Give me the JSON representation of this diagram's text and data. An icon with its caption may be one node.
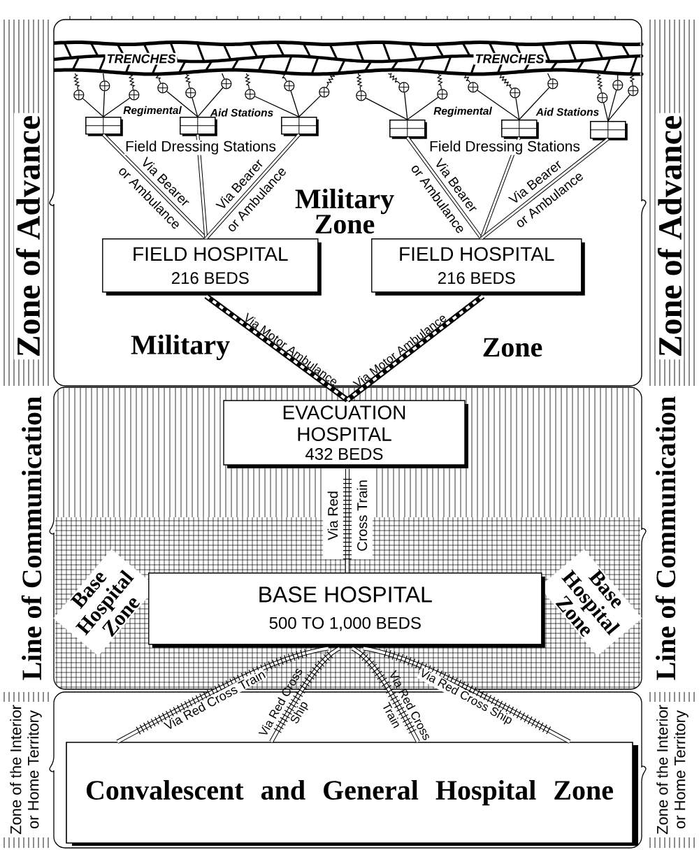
{
  "diagram": {
    "nodes": [
      {
        "text": [
          "Zone of Advance"
        ]
      },
      {
        "text": [
          "Military Zone",
          "Military",
          "Zone"
        ]
      },
      {
        "text": [
          "Zone of Advance"
        ]
      },
      {
        "text": [
          "TRENCHES",
          "TRENCHES"
        ],
        "in": 1
      },
      {
        "text": [],
        "shape": "circle",
        "in": 1
      },
      {
        "text": [],
        "shape": "circle",
        "in": 1
      },
      {
        "text": [],
        "shape": "circle",
        "in": 1
      },
      {
        "text": [],
        "shape": "circle",
        "in": 1
      },
      {
        "text": [],
        "shape": "circle",
        "in": 1
      },
      {
        "text": [],
        "shape": "circle",
        "in": 1
      },
      {
        "text": [],
        "shape": "circle",
        "in": 1
      },
      {
        "text": [],
        "shape": "circle",
        "in": 1
      },
      {
        "text": [],
        "shape": "circle",
        "in": 1
      },
      {
        "text": [],
        "shape": "circle",
        "in": 1
      },
      {
        "text": [],
        "shape": "circle",
        "in": 1
      },
      {
        "text": [],
        "shape": "circle",
        "in": 1
      },
      {
        "text": [],
        "shape": "circle",
        "in": 1
      },
      {
        "text": [],
        "shape": "circle",
        "in": 1
      },
      {
        "text": [],
        "shape": "circle",
        "in": 1
      },
      {
        "text": [],
        "shape": "circle",
        "in": 1
      },
      {
        "text": [],
        "shape": "circle",
        "in": 1
      },
      {
        "text": [],
        "shape": "circle",
        "in": 1
      },
      {
        "text": [],
        "shape": "box",
        "in": 1
      },
      {
        "text": [],
        "shape": "box",
        "in": 1
      },
      {
        "text": [],
        "shape": "box",
        "in": 1
      },
      {
        "text": [],
        "shape": "box",
        "in": 1
      },
      {
        "text": [],
        "shape": "box",
        "in": 1
      },
      {
        "text": [],
        "shape": "box",
        "in": 1
      },
      {
        "text": [
          "FIELD HOSPITAL",
          "216 BEDS"
        ],
        "in": 1
      },
      {
        "text": [
          "FIELD HOSPITAL",
          "216 BEDS"
        ],
        "in": 1
      },
      {
        "text": [
          "EVACUATION HOSPITAL",
          "432 BEDS"
        ]
      },
      {
        "text": [
          "Base Hospital Zone",
          "Base Hospital Zone"
        ]
      },
      {
        "text": [
          "BASE HOSPITAL",
          "500 TO 1,000 BEDS"
        ],
        "in": 31
      },
      {
        "text": [
          "Zone of the Interior or Home Territory"
        ]
      },
      {
        "text": [
          "Convalescent and General Hospital Zone"
        ]
      },
      {
        "text": [
          "Zone of the Interior or Home Territory"
        ]
      }
    ],
    "edges": [
      {
        "from": 3,
        "to": 4,
        "arrow": "none"
      },
      {
        "from": 3,
        "to": 5,
        "arrow": "none"
      },
      {
        "from": 3,
        "to": 6,
        "arrow": "none"
      },
      {
        "from": 3,
        "to": 7,
        "arrow": "none"
      },
      {
        "from": 3,
        "to": 8,
        "arrow": "none"
      },
      {
        "from": 3,
        "to": 9,
        "arrow": "none"
      },
      {
        "from": 3,
        "to": 10,
        "arrow": "none"
      },
      {
        "from": 3,
        "to": 11,
        "arrow": "none"
      },
      {
        "from": 3,
        "to": 12,
        "arrow": "none"
      },
      {
        "from": 3,
        "to": 13,
        "arrow": "none"
      },
      {
        "from": 3,
        "to": 14,
        "arrow": "none"
      },
      {
        "from": 3,
        "to": 15,
        "arrow": "none"
      },
      {
        "from": 3,
        "to": 16,
        "arrow": "none"
      },
      {
        "from": 3,
        "to": 17,
        "arrow": "none"
      },
      {
        "from": 3,
        "to": 18,
        "arrow": "none"
      },
      {
        "from": 3,
        "to": 19,
        "arrow": "none"
      },
      {
        "from": 3,
        "to": 20,
        "arrow": "none"
      },
      {
        "from": 3,
        "to": 21,
        "arrow": "none"
      },
      {
        "from": 4,
        "to": 22,
        "arrow": "none"
      },
      {
        "from": 5,
        "to": 22,
        "arrow": "none"
      },
      {
        "from": 6,
        "to": 22,
        "arrow": "none"
      },
      {
        "from": 7,
        "to": 23,
        "arrow": "none"
      },
      {
        "from": 8,
        "to": 23,
        "arrow": "none"
      },
      {
        "from": 9,
        "to": 23,
        "arrow": "none"
      },
      {
        "from": 10,
        "to": 24,
        "arrow": "none"
      },
      {
        "from": 11,
        "to": 24,
        "arrow": "none"
      },
      {
        "from": 12,
        "to": 24,
        "arrow": "none"
      },
      {
        "from": 13,
        "to": 25,
        "arrow": "none"
      },
      {
        "from": 14,
        "to": 25,
        "arrow": "none"
      },
      {
        "from": 15,
        "to": 25,
        "arrow": "none"
      },
      {
        "from": 16,
        "to": 26,
        "arrow": "none"
      },
      {
        "from": 17,
        "to": 26,
        "arrow": "none"
      },
      {
        "from": 18,
        "to": 26,
        "arrow": "none"
      },
      {
        "from": 19,
        "to": 27,
        "arrow": "none"
      },
      {
        "from": 20,
        "to": 27,
        "arrow": "none"
      },
      {
        "from": 21,
        "to": 27,
        "arrow": "none"
      },
      {
        "from": 22,
        "to": 28,
        "arrow": "none",
        "label": "Via Bearer or Ambulance",
        "style": "thick"
      },
      {
        "from": 23,
        "to": 28,
        "arrow": "none",
        "style": "thick"
      },
      {
        "from": 24,
        "to": 28,
        "arrow": "none",
        "label": "Via Bearer or Ambulance",
        "style": "thick"
      },
      {
        "from": 25,
        "to": 29,
        "arrow": "none",
        "label": "Via Bearer or Ambulance",
        "style": "thick"
      },
      {
        "from": 26,
        "to": 29,
        "arrow": "none",
        "style": "thick"
      },
      {
        "from": 27,
        "to": 29,
        "arrow": "none",
        "label": "Via Bearer or Ambulance",
        "style": "thick"
      },
      {
        "from": 28,
        "to": 30,
        "arrow": "none",
        "label": "Via Motor Ambulance",
        "style": "thick"
      },
      {
        "from": 29,
        "to": 30,
        "arrow": "none",
        "label": "Via Motor Ambulance",
        "style": "thick"
      },
      {
        "from": 30,
        "to": 32,
        "arrow": "none",
        "label": "Via Red Cross Train",
        "style": "thick"
      },
      {
        "from": 32,
        "to": 34,
        "arrow": "none",
        "label": "Via Red Cross Train",
        "style": "thick"
      },
      {
        "from": 32,
        "to": 34,
        "arrow": "none",
        "label": "Via Red Cross Ship",
        "style": "thick"
      },
      {
        "from": 32,
        "to": 34,
        "arrow": "none",
        "label": "Via Red Cross Train",
        "style": "thick"
      },
      {
        "from": 32,
        "to": 34,
        "arrow": "none",
        "label": "Via Red Cross Ship",
        "style": "thick"
      }
    ],
    "labels": [
      "Regimental",
      "Aid Stations",
      "Regimental",
      "Aid Stations",
      "Field Dressing Stations",
      "Field Dressing Stations",
      "Line of Communication",
      "Line of Communication"
    ]
  }
}
